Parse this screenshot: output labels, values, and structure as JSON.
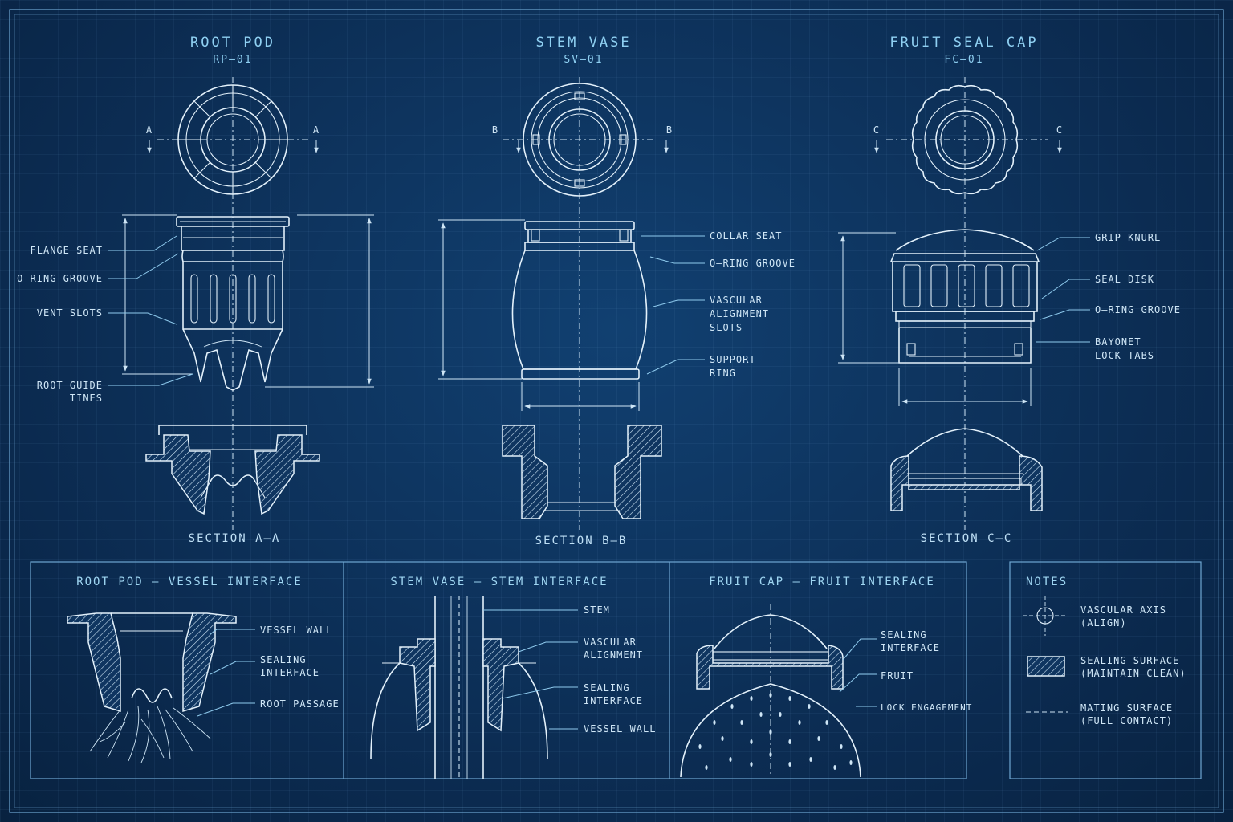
{
  "parts": [
    {
      "title": "ROOT POD",
      "code": "RP–01",
      "section": "SECTION A–A",
      "cut": "A"
    },
    {
      "title": "STEM VASE",
      "code": "SV–01",
      "section": "SECTION B–B",
      "cut": "B"
    },
    {
      "title": "FRUIT SEAL CAP",
      "code": "FC–01",
      "section": "SECTION C–C",
      "cut": "C"
    }
  ],
  "labels": {
    "root_pod": [
      "FLANGE SEAT",
      "O–RING GROOVE",
      "VENT SLOTS",
      "ROOT GUIDE",
      "TINES"
    ],
    "stem_vase": [
      "COLLAR SEAT",
      "O–RING GROOVE",
      "VASCULAR",
      "ALIGNMENT",
      "SLOTS",
      "SUPPORT",
      "RING"
    ],
    "fruit_cap": [
      "GRIP KNURL",
      "SEAL DISK",
      "O–RING GROOVE",
      "BAYONET",
      "LOCK TABS"
    ]
  },
  "panels": [
    {
      "title": "ROOT POD – VESSEL INTERFACE",
      "labels": [
        "VESSEL WALL",
        "SEALING",
        "INTERFACE",
        "ROOT PASSAGE"
      ]
    },
    {
      "title": "STEM VASE – STEM INTERFACE",
      "labels": [
        "STEM",
        "VASCULAR",
        "ALIGNMENT",
        "SEALING",
        "INTERFACE",
        "VESSEL WALL"
      ]
    },
    {
      "title": "FRUIT CAP – FRUIT INTERFACE",
      "labels": [
        "SEALING",
        "INTERFACE",
        "FRUIT",
        "LOCK ENGAGEMENT"
      ]
    }
  ],
  "notes": {
    "title": "NOTES",
    "items": [
      {
        "line1": "VASCULAR AXIS",
        "line2": "(ALIGN)",
        "icon": "crosshair-icon"
      },
      {
        "line1": "SEALING SURFACE",
        "line2": "(MAINTAIN CLEAN)",
        "icon": "hatched-box-icon"
      },
      {
        "line1": "MATING SURFACE",
        "line2": "(FULL CONTACT)",
        "icon": "dashed-line-icon"
      }
    ]
  }
}
